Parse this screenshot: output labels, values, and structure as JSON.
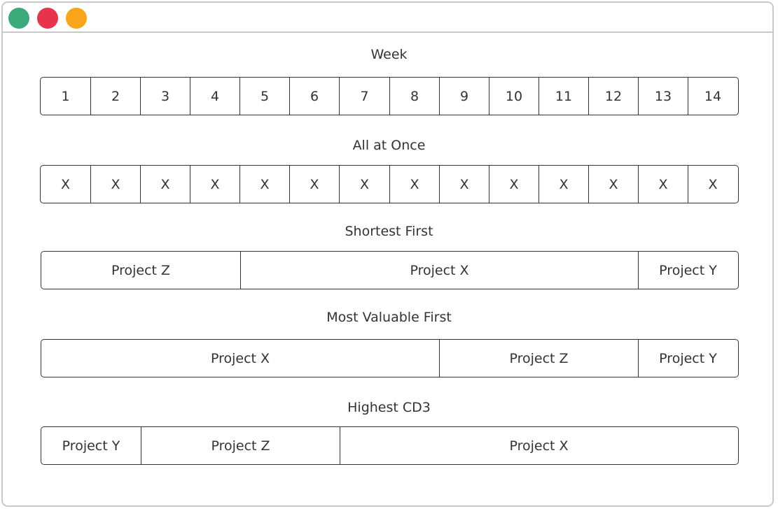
{
  "window": {
    "controls": [
      {
        "name": "green-window-dot",
        "color": "#3aaa7a"
      },
      {
        "name": "red-window-dot",
        "color": "#e8344b"
      },
      {
        "name": "orange-window-dot",
        "color": "#f9a51a"
      }
    ]
  },
  "sections": [
    {
      "title": "Week",
      "cells": [
        {
          "label": "1",
          "span": 1
        },
        {
          "label": "2",
          "span": 1
        },
        {
          "label": "3",
          "span": 1
        },
        {
          "label": "4",
          "span": 1
        },
        {
          "label": "5",
          "span": 1
        },
        {
          "label": "6",
          "span": 1
        },
        {
          "label": "7",
          "span": 1
        },
        {
          "label": "8",
          "span": 1
        },
        {
          "label": "9",
          "span": 1
        },
        {
          "label": "10",
          "span": 1
        },
        {
          "label": "11",
          "span": 1
        },
        {
          "label": "12",
          "span": 1
        },
        {
          "label": "13",
          "span": 1
        },
        {
          "label": "14",
          "span": 1
        }
      ]
    },
    {
      "title": "All at Once",
      "cells": [
        {
          "label": "X",
          "span": 1
        },
        {
          "label": "X",
          "span": 1
        },
        {
          "label": "X",
          "span": 1
        },
        {
          "label": "X",
          "span": 1
        },
        {
          "label": "X",
          "span": 1
        },
        {
          "label": "X",
          "span": 1
        },
        {
          "label": "X",
          "span": 1
        },
        {
          "label": "X",
          "span": 1
        },
        {
          "label": "X",
          "span": 1
        },
        {
          "label": "X",
          "span": 1
        },
        {
          "label": "X",
          "span": 1
        },
        {
          "label": "X",
          "span": 1
        },
        {
          "label": "X",
          "span": 1
        },
        {
          "label": "X",
          "span": 1
        }
      ]
    },
    {
      "title": "Shortest First",
      "cells": [
        {
          "label": "Project Z",
          "span": 4
        },
        {
          "label": "Project X",
          "span": 8
        },
        {
          "label": "Project Y",
          "span": 2
        }
      ]
    },
    {
      "title": "Most Valuable First",
      "cells": [
        {
          "label": "Project X",
          "span": 8
        },
        {
          "label": "Project Z",
          "span": 4
        },
        {
          "label": "Project Y",
          "span": 2
        }
      ]
    },
    {
      "title": "Highest CD3",
      "cells": [
        {
          "label": "Project Y",
          "span": 2
        },
        {
          "label": "Project Z",
          "span": 4
        },
        {
          "label": "Project X",
          "span": 8
        }
      ]
    }
  ]
}
